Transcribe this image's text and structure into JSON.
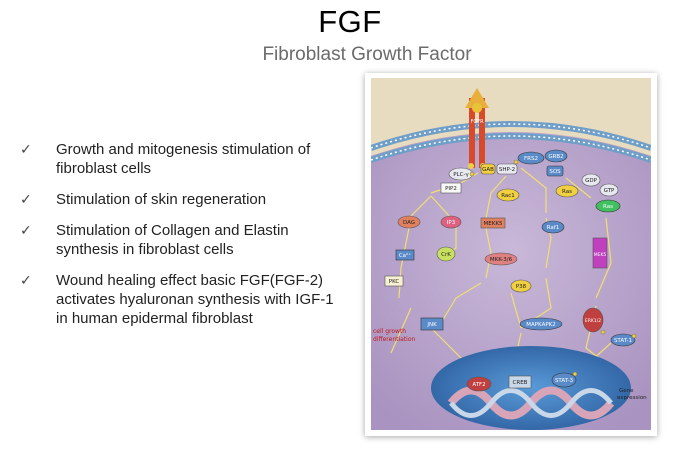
{
  "slide": {
    "title": "FGF",
    "subtitle": "Fibroblast Growth Factor",
    "bullets": [
      {
        "marker": "✓",
        "lines": [
          "Growth and mitogenesis stimulation of",
          "fibroblast cells"
        ]
      },
      {
        "marker": "✓",
        "lines": [
          "Stimulation of skin regeneration"
        ]
      },
      {
        "marker": "✓",
        "lines": [
          "Stimulation of Collagen and Elastin",
          "synthesis in fibroblast cells"
        ]
      },
      {
        "marker": "✓",
        "lines": [
          "Wound healing effect basic FGF(FGF-2)",
          "activates hyaluronan synthesis with IGF-1",
          "in human epidermal fibroblast"
        ]
      }
    ]
  },
  "diagram": {
    "receptor_label": "FGFR",
    "nodes": {
      "plcg": "PLC-γ",
      "gab": "GAB",
      "shp2": "SHP-2",
      "frs2": "FRS2",
      "grb2": "GRB2",
      "sos": "SOS",
      "gdp": "GDP",
      "gtp": "GTP",
      "pip2": "PIP2",
      "rac1": "Rac1",
      "ras": "Ras",
      "ras2": "Ras",
      "dag": "DAG",
      "ip3": "IP3",
      "mekk5": "MEKK5",
      "raf1": "Raf1",
      "ca": "Ca²⁺",
      "crk": "CrK",
      "mkk36": "MKK-3/6",
      "mek5": "MEK5",
      "pkc": "PKC",
      "p38": "P38",
      "jnk": "JNK",
      "mapkapk2": "MAPKAPK2",
      "erk12": "ERK1/2",
      "stat1": "STAT-1",
      "atf2": "ATF2",
      "creb": "CREB",
      "stat3": "STAT-3"
    },
    "cell_growth_lines": [
      "cell growth",
      "differentiation"
    ],
    "gene_expression_lines": [
      "Gene",
      "expression"
    ]
  }
}
